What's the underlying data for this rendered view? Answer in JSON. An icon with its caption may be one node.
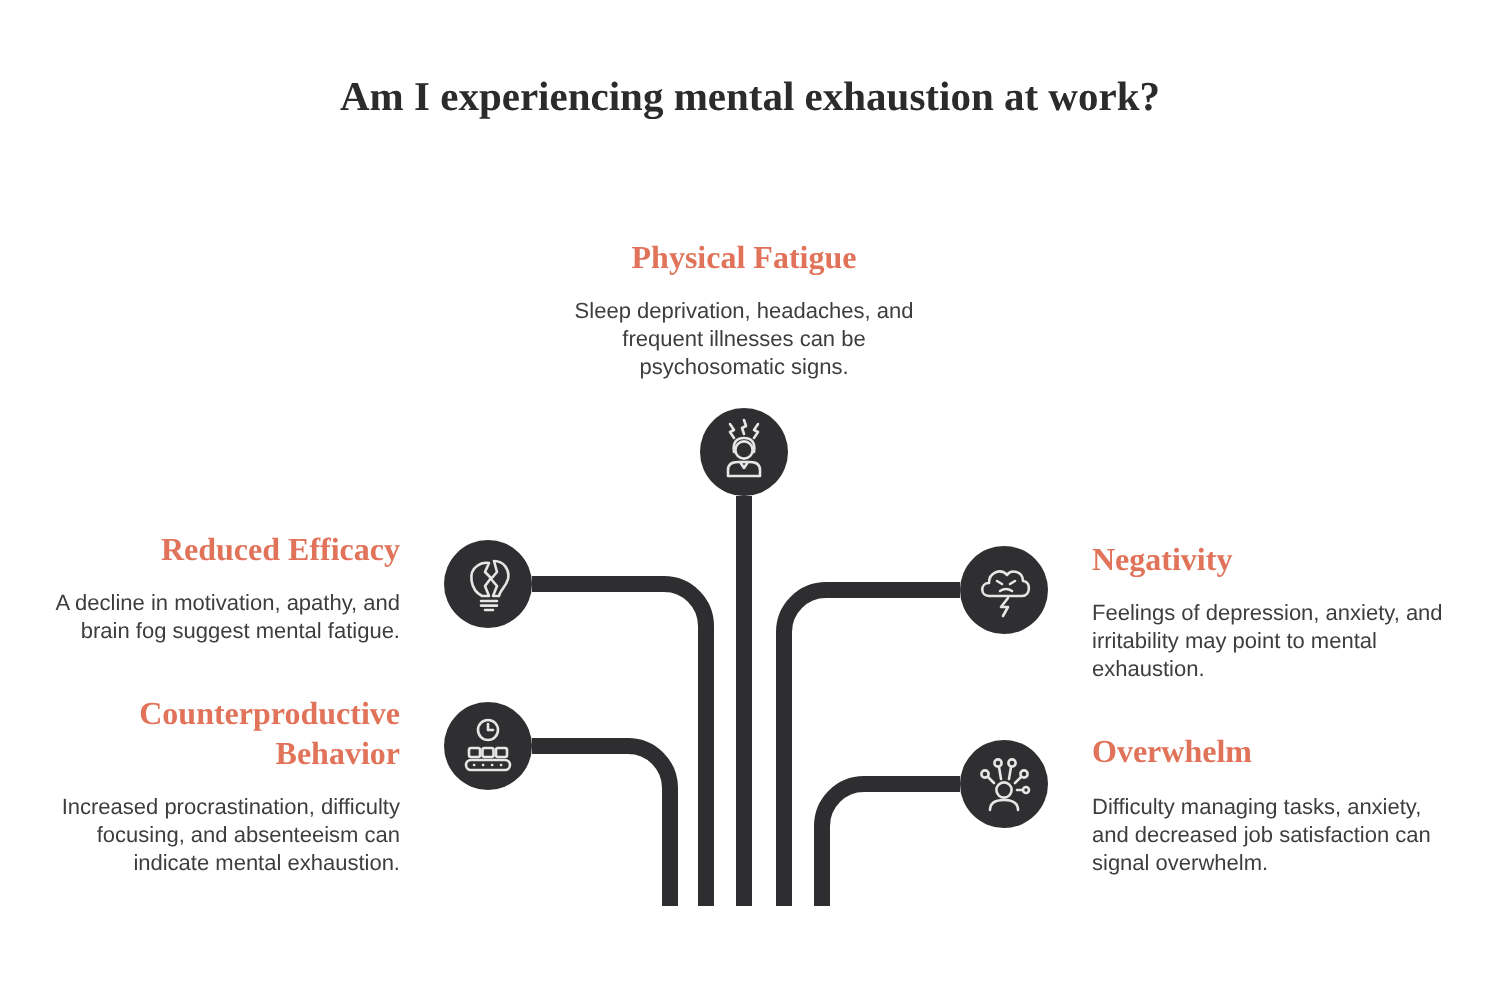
{
  "diagram": {
    "title": "Am I experiencing mental exhaustion at work?",
    "nodes": [
      {
        "text": [
          "Physical Fatigue",
          "Sleep deprivation, headaches, and frequent illnesses can be psychosomatic signs."
        ]
      },
      {
        "text": [
          "Reduced Efficacy",
          "A decline in motivation, apathy, and brain fog suggest mental fatigue."
        ]
      },
      {
        "text": [
          "Negativity",
          "Feelings of depression, anxiety, and irritability may point to mental exhaustion."
        ]
      },
      {
        "text": [
          "Counterproductive Behavior",
          "Increased procrastination, difficulty focusing, and absenteeism can indicate mental exhaustion."
        ]
      },
      {
        "text": [
          "Overwhelm",
          "Difficulty managing tasks, anxiety, and decreased job satisfaction can signal overwhelm."
        ]
      }
    ],
    "edges": [
      {
        "from": 0,
        "to": null,
        "arrow": "none"
      },
      {
        "from": 1,
        "to": null,
        "arrow": "none"
      },
      {
        "from": 2,
        "to": null,
        "arrow": "none"
      },
      {
        "from": 3,
        "to": null,
        "arrow": "none"
      },
      {
        "from": 4,
        "to": null,
        "arrow": "none"
      }
    ]
  }
}
